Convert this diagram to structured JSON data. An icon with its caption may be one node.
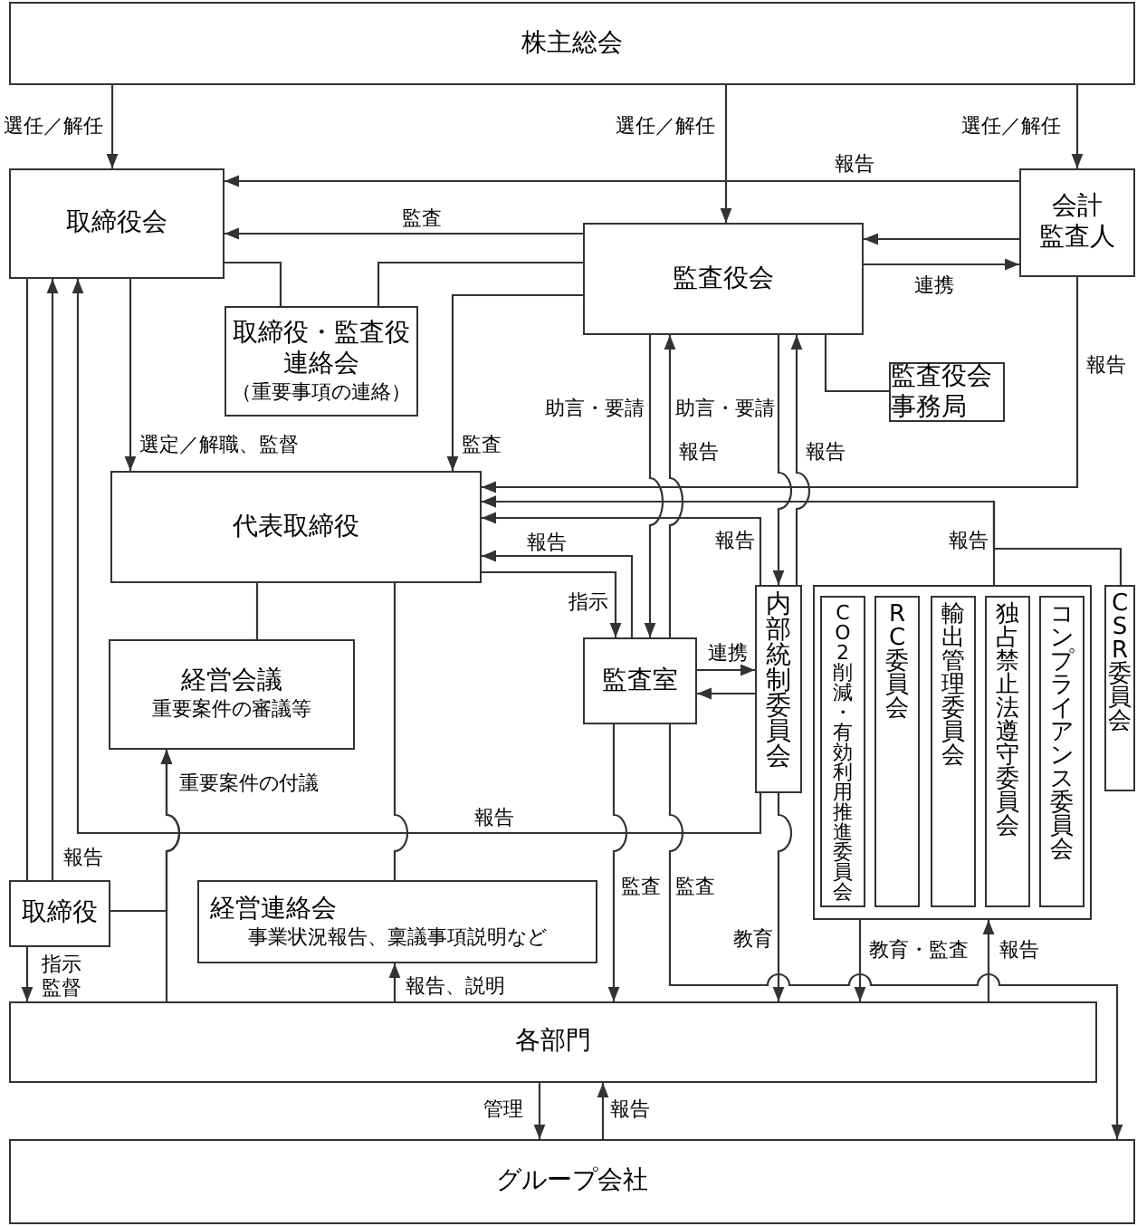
{
  "diagram": {
    "nodes": [
      {
        "text": [
          "株主総会"
        ]
      },
      {
        "text": [
          "取締役会"
        ]
      },
      {
        "text": [
          "監査役会"
        ]
      },
      {
        "text": [
          "会計監査人"
        ]
      },
      {
        "text": [
          "取締役・監査役連絡会",
          "（重要事項の連絡）"
        ]
      },
      {
        "text": [
          "監査役会事務局"
        ]
      },
      {
        "text": [
          "代表取締役"
        ]
      },
      {
        "text": [
          "経営会議",
          "重要案件の審議等"
        ]
      },
      {
        "text": [
          "監査室"
        ]
      },
      {
        "text": [
          "内部統制委員会"
        ]
      },
      {
        "text": [],
        "shape": "box"
      },
      {
        "text": [
          "CO2削減・有効利用推進委員会"
        ],
        "in": 10
      },
      {
        "text": [
          "RC委員会"
        ],
        "in": 10
      },
      {
        "text": [
          "輸出管理委員会"
        ],
        "in": 10
      },
      {
        "text": [
          "独占禁止法遵守委員会"
        ],
        "in": 10
      },
      {
        "text": [
          "コンプライアンス委員会"
        ],
        "in": 10
      },
      {
        "text": [
          "CSR委員会"
        ]
      },
      {
        "text": [
          "取締役"
        ]
      },
      {
        "text": [
          "経営連絡会",
          "事業状況報告、稟議事項説明など"
        ]
      },
      {
        "text": [
          "各部門"
        ]
      },
      {
        "text": [
          "グループ会社"
        ]
      }
    ],
    "edges": [
      {
        "from": 0,
        "to": 1,
        "arrow": "to",
        "label": "選任／解任"
      },
      {
        "from": 0,
        "to": 2,
        "arrow": "to",
        "label": "選任／解任"
      },
      {
        "from": 0,
        "to": 3,
        "arrow": "to",
        "label": "選任／解任"
      },
      {
        "from": 3,
        "to": 1,
        "arrow": "to",
        "label": "報告"
      },
      {
        "from": 2,
        "to": 1,
        "arrow": "to",
        "label": "監査"
      },
      {
        "from": 3,
        "to": 2,
        "arrow": "to"
      },
      {
        "from": 2,
        "to": 3,
        "arrow": "to",
        "label": "連携"
      },
      {
        "from": 1,
        "to": 4,
        "arrow": "none"
      },
      {
        "from": 2,
        "to": 4,
        "arrow": "none"
      },
      {
        "from": 2,
        "to": 6,
        "arrow": "to",
        "label": "監査"
      },
      {
        "from": 1,
        "to": 6,
        "arrow": "to",
        "label": "選定／解職、監督"
      },
      {
        "from": 2,
        "to": 5,
        "arrow": "none"
      },
      {
        "from": 2,
        "to": 8,
        "arrow": "to",
        "label": "助言・要請"
      },
      {
        "from": 8,
        "to": 2,
        "arrow": "to",
        "label": "報告"
      },
      {
        "from": 2,
        "to": 9,
        "arrow": "to",
        "label": "助言・要請"
      },
      {
        "from": 9,
        "to": 2,
        "arrow": "to",
        "label": "報告"
      },
      {
        "from": 3,
        "to": 6,
        "arrow": "to",
        "label": "報告"
      },
      {
        "from": 10,
        "to": 6,
        "arrow": "to",
        "label": "報告"
      },
      {
        "from": 16,
        "to": 6,
        "arrow": "to"
      },
      {
        "from": 9,
        "to": 6,
        "arrow": "to",
        "label": "報告"
      },
      {
        "from": 8,
        "to": 6,
        "arrow": "to",
        "label": "報告"
      },
      {
        "from": 6,
        "to": 8,
        "arrow": "to",
        "label": "指示"
      },
      {
        "from": 8,
        "to": 9,
        "arrow": "to",
        "label": "連携"
      },
      {
        "from": 9,
        "to": 8,
        "arrow": "to"
      },
      {
        "from": 9,
        "to": 1,
        "arrow": "to",
        "label": "報告"
      },
      {
        "from": 1,
        "to": 17,
        "arrow": "none"
      },
      {
        "from": 17,
        "to": 1,
        "arrow": "to",
        "label": "報告"
      },
      {
        "from": 17,
        "to": 19,
        "arrow": "to",
        "label": "指示監督"
      },
      {
        "from": 19,
        "to": 7,
        "arrow": "to",
        "label": "重要案件の付議"
      },
      {
        "from": 17,
        "to": 7,
        "arrow": "to"
      },
      {
        "from": 6,
        "to": 7,
        "arrow": "none"
      },
      {
        "from": 6,
        "to": 18,
        "arrow": "none"
      },
      {
        "from": 19,
        "to": 18,
        "arrow": "to",
        "label": "報告、説明"
      },
      {
        "from": 8,
        "to": 19,
        "arrow": "to",
        "label": "監査"
      },
      {
        "from": 8,
        "to": 20,
        "arrow": "to",
        "label": "監査"
      },
      {
        "from": 9,
        "to": 19,
        "arrow": "to",
        "label": "教育"
      },
      {
        "from": 10,
        "to": 19,
        "arrow": "to",
        "label": "教育・監査"
      },
      {
        "from": 19,
        "to": 10,
        "arrow": "to",
        "label": "報告"
      },
      {
        "from": 19,
        "to": 20,
        "arrow": "to",
        "label": "管理"
      },
      {
        "from": 20,
        "to": 19,
        "arrow": "to",
        "label": "報告"
      }
    ]
  }
}
